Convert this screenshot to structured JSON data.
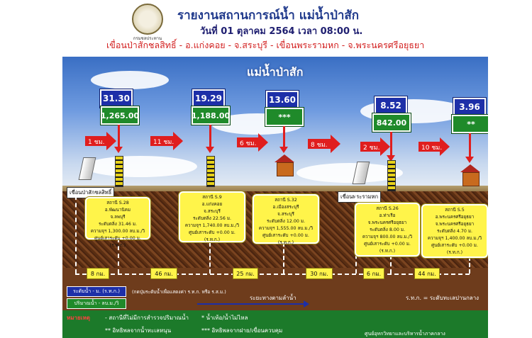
{
  "header": {
    "logo_caption": "กรมชลประทาน",
    "title": "รายงานสถานการณ์น้ำ แม่น้ำป่าสัก",
    "subtitle": "วันที่ 01 ตุลาคม 2564 เวลา 08:00 น.",
    "route": "เขื่อนป่าสักชลสิทธิ์ - อ.แก่งคอย - จ.สระบุรี - เขื่อนพระรามหก - จ.พระนครศรีอยุธยา"
  },
  "river_title": "แม่น้ำป่าสัก",
  "readings": [
    {
      "level": "31.30",
      "flow": "1,265.00"
    },
    {
      "level": "19.29",
      "flow": "1,188.00"
    },
    {
      "level": "13.60",
      "flow": "***"
    },
    {
      "level": "8.52",
      "flow": "842.00"
    },
    {
      "level": "3.96",
      "flow": "**"
    }
  ],
  "travel_times": [
    "1 ชม.",
    "11 ชม.",
    "6 ชม.",
    "8 ชม.",
    "2 ชม.",
    "10 ชม."
  ],
  "dams": [
    "เขื่อนป่าสักชลสิทธิ์",
    "เขื่อนพระรามหก"
  ],
  "stations": [
    {
      "lines": [
        "สถานี S.28",
        "อ.พัฒนานิคม",
        "จ.ลพบุรี",
        "ระดับตลิ่ง 31.46 ม.",
        "ความจุฯ 1,300.00 ลบ.ม./วิ",
        "ศูนย์เสาระดับ +0.00 ม.(ร.ท.ก.)"
      ]
    },
    {
      "lines": [
        "สถานี S.9",
        "อ.แก่งคอย",
        "จ.สระบุรี",
        "ระดับตลิ่ง 22.56 ม.",
        "ความจุฯ 1,740.00 ลบ.ม./วิ",
        "ศูนย์เสาระดับ +0.00 ม.(ร.ท.ก.)"
      ]
    },
    {
      "lines": [
        "สถานี S.32",
        "อ.เมืองสระบุรี",
        "จ.สระบุรี",
        "ระดับตลิ่ง 12.00 ม.",
        "ความจุฯ 1,555.00 ลบ.ม./วิ",
        "ศูนย์เสาระดับ +0.00 ม.(ร.ท.ก.)"
      ]
    },
    {
      "lines": [
        "สถานี S.26",
        "อ.ท่าเรือ",
        "จ.พระนครศรีอยุธยา",
        "ระดับตลิ่ง 8.00 ม.",
        "ความจุฯ 800.00 ลบ.ม./วิ",
        "ศูนย์เสาระดับ +0.00 ม.(ร.ท.ก.)"
      ]
    },
    {
      "lines": [
        "สถานี S.5",
        "อ.พระนครศรีอยุธยา",
        "จ.พระนครศรีอยุธยา",
        "ระดับตลิ่ง 4.70 ม.",
        "ความจุฯ 1,400.00 ลบ.ม./วิ",
        "ศูนย์เสาระดับ +0.00 ม.(ร.ท.ก.)"
      ]
    }
  ],
  "distances": [
    "8 กม.",
    "46 กม.",
    "25 กม.",
    "30 กม.",
    "6 กม.",
    "44 กม."
  ],
  "legend": {
    "level": "ระดับน้ำ - ม. (ร.ท.ก.)",
    "flow": "ปริมาณน้ำ - ลบ.ม./วิ",
    "note": "(กดปุ่มระดับน้ำเพื่อแสดงค่า ร.ท.ก. หรือ ร.ส.ม.)",
    "direction": "ระยะทางตามลำน้ำ",
    "datum": "ร.ท.ก. = ระดับทะเลปานกลาง"
  },
  "footer": {
    "label": "หมายเหตุ",
    "items": [
      "-  สถานีที่ไม่มีการสำรวจปริมาณน้ำ",
      "*   น้ำเท้อ/น้ำไม่ไหล",
      "**  อิทธิพลจากน้ำทะเลหนุน",
      "*** อิทธิพลจากฝาย/เขื่อนควบคุม",
      "ศูนย์อุทกวิทยาและบริหารน้ำภาคกลาง"
    ]
  },
  "colors": {
    "level_box": "#1d2fa8",
    "flow_box": "#1f8a2a",
    "arrow": "#e01e1e",
    "station_box": "#fff44a"
  }
}
